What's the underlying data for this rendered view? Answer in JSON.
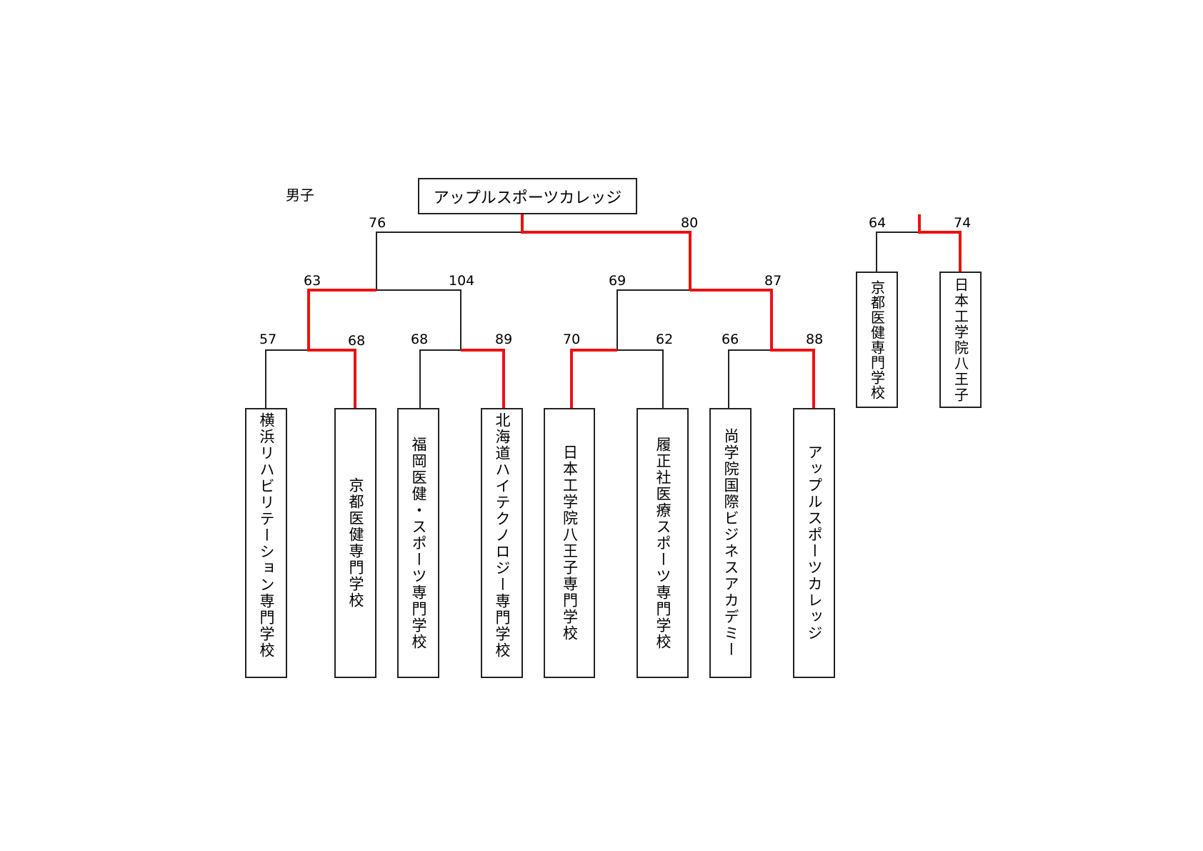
{
  "section_label": "男子",
  "champion": "アップルスポーツカレッジ",
  "teams": {
    "t1": "横浜リハビリテーション専門学校",
    "t2": "京都医健専門学校",
    "t3": "福岡医健・スポーツ専門学校",
    "t4": "北海道ハイテクノロジー専門学校",
    "t5": "日本工学院八王子専門学校",
    "t6": "履正社医療スポーツ専門学校",
    "t7": "尚学院国際ビジネスアカデミー",
    "t8": "アップルスポーツカレッジ",
    "s1": "京都医健専門学校",
    "s2": "日本工学院八王子"
  },
  "scores": {
    "r1_t1": "57",
    "r1_t2": "68",
    "r1_t3": "68",
    "r1_t4": "89",
    "r1_t5": "70",
    "r1_t6": "62",
    "r1_t7": "66",
    "r1_t8": "88",
    "r2_a": "63",
    "r2_b": "104",
    "r2_c": "69",
    "r2_d": "87",
    "final_left": "76",
    "final_right": "80",
    "side_left": "64",
    "side_right": "74"
  },
  "colors": {
    "line": "#222222",
    "winner_line": "#ee1111"
  }
}
